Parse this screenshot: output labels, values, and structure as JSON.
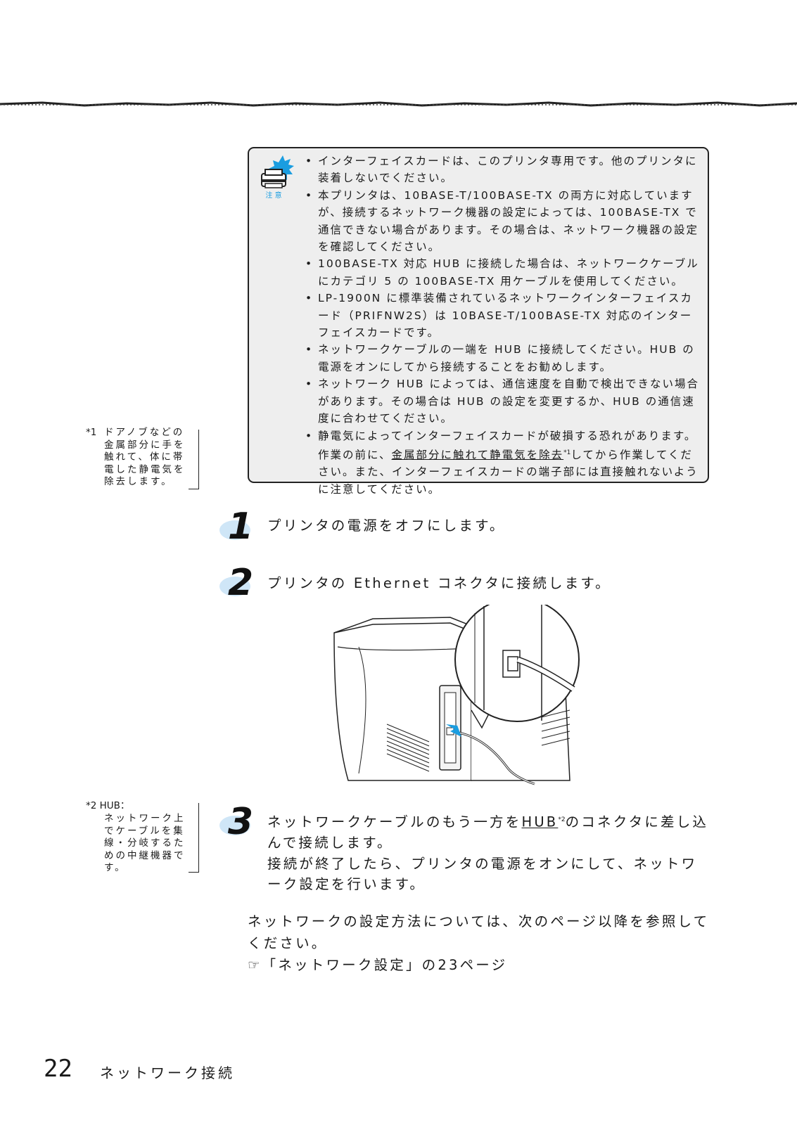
{
  "note": {
    "icon_label": "注 意",
    "items": [
      {
        "text": "インターフェイスカードは、このプリンタ専用です。他のプリンタに装着しないでください。"
      },
      {
        "text": "本プリンタは、10BASE-T/100BASE-TX の両方に対応していますが、接続するネットワーク機器の設定によっては、100BASE-TX で通信できない場合があります。その場合は、ネットワーク機器の設定を確認してください。"
      },
      {
        "text": "100BASE-TX 対応 HUB に接続した場合は、ネットワークケーブルにカテゴリ 5 の 100BASE-TX 用ケーブルを使用してください。"
      },
      {
        "text": "LP-1900N に標準装備されているネットワークインターフェイスカード（PRIFNW2S）は 10BASE-T/100BASE-TX 対応のインターフェイスカードです。"
      },
      {
        "text": "ネットワークケーブルの一端を HUB に接続してください。HUB の電源をオンにしてから接続することをお勧めします。"
      },
      {
        "text": "ネットワーク HUB によっては、通信速度を自動で検出できない場合があります。その場合は HUB の設定を変更するか、HUB の通信速度に合わせてください。"
      },
      {
        "text_before": "静電気によってインターフェイスカードが破損する恐れがあります。作業の前に、",
        "link_text": "金属部分に触れて静電気を除去",
        "footnote_ref": "*1",
        "text_after": "してから作業してください。また、インターフェイスカードの端子部には直接触れないように注意してください。"
      }
    ]
  },
  "side_notes": [
    {
      "num": "*1",
      "text": "ドアノブなどの金属部分に手を触れて、体に帯電した静電気を除去します。"
    },
    {
      "num": "*2 HUB：",
      "text": "ネットワーク上でケーブルを集線・分岐するための中継機器です。"
    }
  ],
  "steps": [
    {
      "number": "1",
      "text": "プリンタの電源をオフにします。"
    },
    {
      "number": "2",
      "text": "プリンタの Ethernet コネクタに接続します。"
    },
    {
      "number": "3",
      "text_before": "ネットワークケーブルのもう一方を",
      "link_text": "HUB",
      "footnote_ref": "*2",
      "text_after": "のコネクタに差し込んで接続します。",
      "text_continued": "接続が終了したら、プリンタの電源をオンにして、ネットワーク設定を行います。"
    }
  ],
  "closing": {
    "line1": "ネットワークの設定方法については、次のページ以降を参照してください。",
    "line2": "☞「ネットワーク設定」の23ページ"
  },
  "footer": {
    "page_number": "22",
    "section_title": "ネットワーク接続"
  },
  "colors": {
    "note_background": "#eeeeee",
    "accent_blue": "#1a9de0",
    "step_shadow": "#cfe6f7"
  }
}
